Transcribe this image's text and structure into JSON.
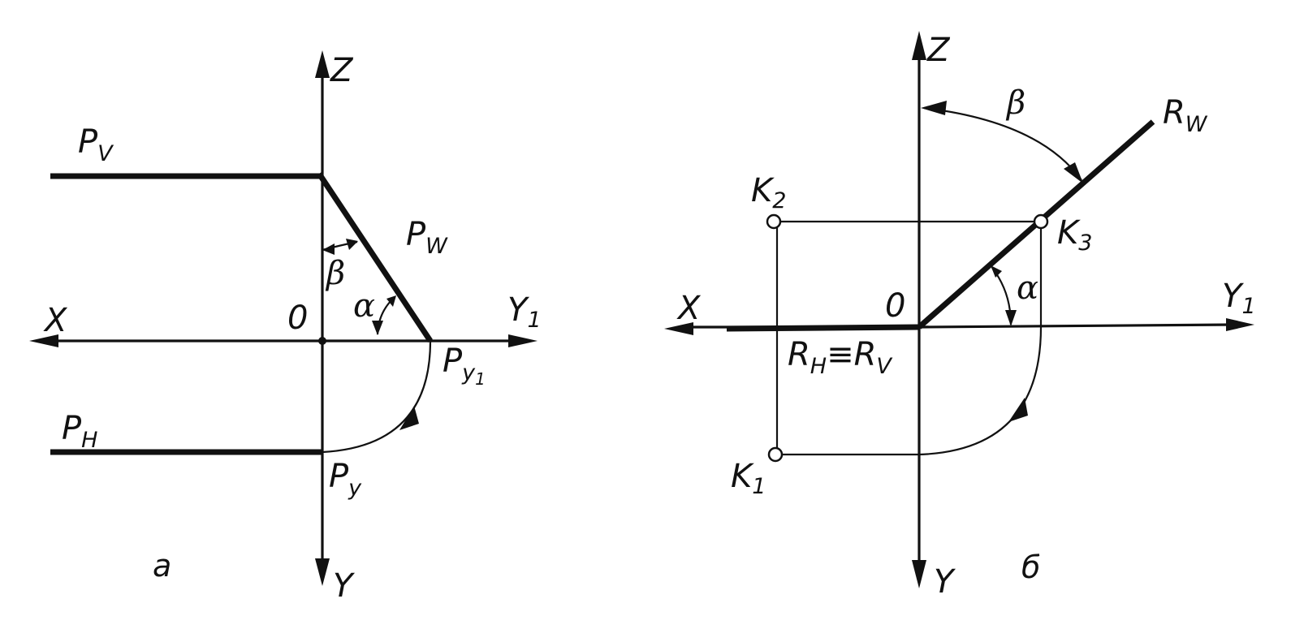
{
  "panel_a": {
    "caption": "а",
    "axes": {
      "x": "X",
      "y": "Y",
      "z": "Z",
      "y1_main": "Y",
      "y1_sub": "1",
      "origin": "0"
    },
    "traces": {
      "pv_main": "P",
      "pv_sub": "V",
      "pw_main": "P",
      "pw_sub": "W",
      "ph_main": "P",
      "ph_sub": "H",
      "py_main": "P",
      "py_sub": "y",
      "py1_main": "P",
      "py1_sub": "y",
      "py1_subsub": "1"
    },
    "angles": {
      "alpha": "α",
      "beta": "β"
    }
  },
  "panel_b": {
    "caption": "б",
    "axes": {
      "x": "X",
      "y": "Y",
      "z": "Z",
      "y1_main": "Y",
      "y1_sub": "1",
      "origin": "0"
    },
    "traces": {
      "rw_main": "R",
      "rw_sub": "W",
      "rh_main": "R",
      "rh_sub": "H",
      "equiv": "≡",
      "rv_main": "R",
      "rv_sub": "V"
    },
    "points": {
      "k1_main": "K",
      "k1_sub": "1",
      "k2_main": "K",
      "k2_sub": "2",
      "k3_main": "K",
      "k3_sub": "3"
    },
    "angles": {
      "alpha": "α",
      "beta": "β"
    }
  }
}
